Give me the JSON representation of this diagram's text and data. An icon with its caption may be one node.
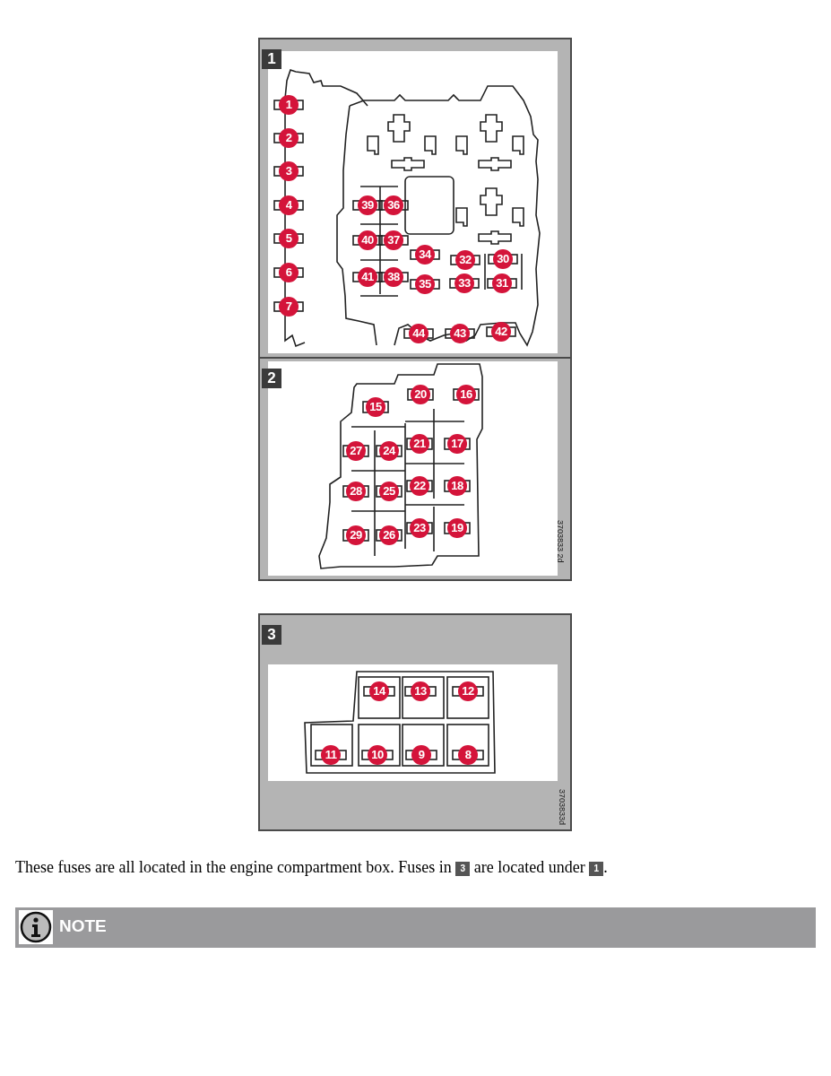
{
  "diagram": {
    "nodes": [
      {
        "text": [
          "1"
        ]
      },
      {
        "text": [
          "1"
        ],
        "in": 0
      },
      {
        "text": [
          "2"
        ],
        "in": 0
      },
      {
        "text": [
          "3"
        ],
        "in": 0
      },
      {
        "text": [
          "4"
        ],
        "in": 0
      },
      {
        "text": [
          "5"
        ],
        "in": 0
      },
      {
        "text": [
          "6"
        ],
        "in": 0
      },
      {
        "text": [
          "7"
        ],
        "in": 0
      },
      {
        "text": [
          "39"
        ],
        "in": 0
      },
      {
        "text": [
          "36"
        ],
        "in": 0
      },
      {
        "text": [
          "40"
        ],
        "in": 0
      },
      {
        "text": [
          "37"
        ],
        "in": 0
      },
      {
        "text": [
          "34"
        ],
        "in": 0
      },
      {
        "text": [
          "32"
        ],
        "in": 0
      },
      {
        "text": [
          "30"
        ],
        "in": 0
      },
      {
        "text": [
          "41"
        ],
        "in": 0
      },
      {
        "text": [
          "38"
        ],
        "in": 0
      },
      {
        "text": [
          "35"
        ],
        "in": 0
      },
      {
        "text": [
          "33"
        ],
        "in": 0
      },
      {
        "text": [
          "31"
        ],
        "in": 0
      },
      {
        "text": [
          "44"
        ],
        "in": 0
      },
      {
        "text": [
          "43"
        ],
        "in": 0
      },
      {
        "text": [
          "42"
        ],
        "in": 0
      },
      {
        "text": [
          "2"
        ]
      },
      {
        "text": [
          "15"
        ],
        "in": 23
      },
      {
        "text": [
          "20"
        ],
        "in": 23
      },
      {
        "text": [
          "16"
        ],
        "in": 23
      },
      {
        "text": [
          "27"
        ],
        "in": 23
      },
      {
        "text": [
          "24"
        ],
        "in": 23
      },
      {
        "text": [
          "21"
        ],
        "in": 23
      },
      {
        "text": [
          "17"
        ],
        "in": 23
      },
      {
        "text": [
          "28"
        ],
        "in": 23
      },
      {
        "text": [
          "25"
        ],
        "in": 23
      },
      {
        "text": [
          "22"
        ],
        "in": 23
      },
      {
        "text": [
          "18"
        ],
        "in": 23
      },
      {
        "text": [
          "29"
        ],
        "in": 23
      },
      {
        "text": [
          "26"
        ],
        "in": 23
      },
      {
        "text": [
          "23"
        ],
        "in": 23
      },
      {
        "text": [
          "19"
        ],
        "in": 23
      },
      {
        "text": [
          "3"
        ]
      },
      {
        "text": [
          "14"
        ],
        "in": 39
      },
      {
        "text": [
          "13"
        ],
        "in": 39
      },
      {
        "text": [
          "12"
        ],
        "in": 39
      },
      {
        "text": [
          "11"
        ],
        "in": 39
      },
      {
        "text": [
          "10"
        ],
        "in": 39
      },
      {
        "text": [
          "9"
        ],
        "in": 39
      },
      {
        "text": [
          "8"
        ],
        "in": 39
      }
    ],
    "labels": [
      "3703833 2d",
      "3703833d",
      "These fuses are all located in the engine compartment box. Fuses in",
      "3",
      "are located under",
      "1",
      ".",
      "NOTE"
    ]
  }
}
